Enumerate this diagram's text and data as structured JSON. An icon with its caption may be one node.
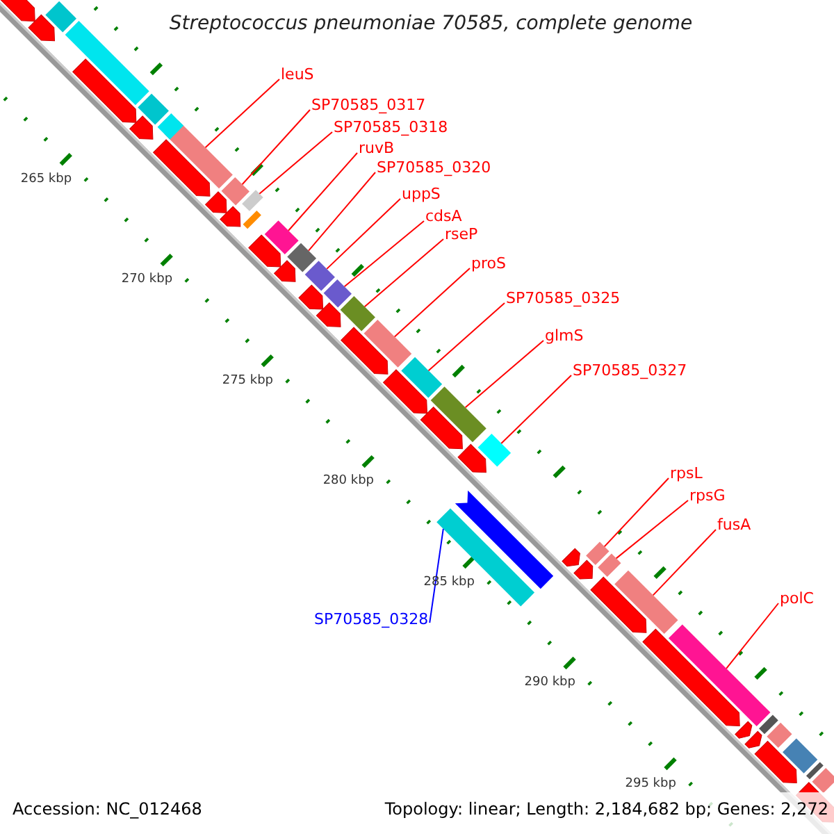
{
  "diagram": {
    "title": "Streptococcus pneumoniae 70585, complete genome",
    "nodes": [
      {
        "text": [
          "leuS"
        ]
      },
      {
        "text": [
          "SP70585_0317"
        ]
      },
      {
        "text": [
          "SP70585_0318"
        ]
      },
      {
        "text": [
          "ruvB"
        ]
      },
      {
        "text": [
          "SP70585_0320"
        ]
      },
      {
        "text": [
          "uppS"
        ]
      },
      {
        "text": [
          "cdsA"
        ]
      },
      {
        "text": [
          "rseP"
        ]
      },
      {
        "text": [
          "proS"
        ]
      },
      {
        "text": [
          "SP70585_0325"
        ]
      },
      {
        "text": [
          "glmS"
        ]
      },
      {
        "text": [
          "SP70585_0327"
        ]
      },
      {
        "text": [
          "rpsL"
        ]
      },
      {
        "text": [
          "rpsG"
        ]
      },
      {
        "text": [
          "fusA"
        ]
      },
      {
        "text": [
          "polC"
        ]
      },
      {
        "text": [
          "SP70585_0328"
        ]
      },
      {
        "text": [],
        "shape": "bar"
      },
      {
        "text": [],
        "shape": "bar"
      },
      {
        "text": [],
        "shape": "bar"
      },
      {
        "text": [],
        "shape": "bar"
      },
      {
        "text": [],
        "shape": "bar"
      },
      {
        "text": [],
        "shape": "bar"
      },
      {
        "text": [],
        "shape": "bar"
      },
      {
        "text": [],
        "shape": "bar"
      },
      {
        "text": [],
        "shape": "bar"
      },
      {
        "text": [],
        "shape": "bar"
      },
      {
        "text": [],
        "shape": "bar"
      },
      {
        "text": [],
        "shape": "bar"
      },
      {
        "text": [],
        "shape": "bar"
      },
      {
        "text": [],
        "shape": "bar"
      },
      {
        "text": [],
        "shape": "bar"
      },
      {
        "text": [],
        "shape": "bar"
      },
      {
        "text": [],
        "shape": "bar"
      },
      {
        "text": [],
        "shape": "bar"
      },
      {
        "text": [],
        "shape": "bar"
      },
      {
        "text": [],
        "shape": "bar"
      },
      {
        "text": [],
        "shape": "bar"
      },
      {
        "text": [],
        "shape": "bar"
      },
      {
        "text": [],
        "shape": "bar"
      },
      {
        "text": [],
        "shape": "bar"
      },
      {
        "text": [],
        "shape": "bar"
      },
      {
        "text": [],
        "shape": "bar"
      },
      {
        "text": [],
        "shape": "bar"
      }
    ],
    "edges": [
      {
        "from": 0,
        "to": 17,
        "arrow": "none"
      },
      {
        "from": 1,
        "to": 18,
        "arrow": "none"
      },
      {
        "from": 2,
        "to": 19,
        "arrow": "none"
      },
      {
        "from": 3,
        "to": 20,
        "arrow": "none"
      },
      {
        "from": 4,
        "to": 21,
        "arrow": "none"
      },
      {
        "from": 5,
        "to": 22,
        "arrow": "none"
      },
      {
        "from": 6,
        "to": 23,
        "arrow": "none"
      },
      {
        "from": 7,
        "to": 24,
        "arrow": "none"
      },
      {
        "from": 8,
        "to": 25,
        "arrow": "none"
      },
      {
        "from": 9,
        "to": 26,
        "arrow": "none"
      },
      {
        "from": 10,
        "to": 27,
        "arrow": "none"
      },
      {
        "from": 11,
        "to": 28,
        "arrow": "none"
      },
      {
        "from": 12,
        "to": 29,
        "arrow": "none"
      },
      {
        "from": 13,
        "to": 30,
        "arrow": "none"
      },
      {
        "from": 14,
        "to": 31,
        "arrow": "none"
      },
      {
        "from": 15,
        "to": 32,
        "arrow": "none"
      },
      {
        "from": 16,
        "to": 33,
        "arrow": "none",
        "color": "#0000ff"
      }
    ],
    "labels": [
      "265 kbp",
      "270 kbp",
      "275 kbp",
      "280 kbp",
      "285 kbp",
      "290 kbp",
      "295 kbp",
      "Accession: NC_012468",
      "Topology: linear; Length: 2,184,682 bp; Genes: 2,272"
    ]
  }
}
